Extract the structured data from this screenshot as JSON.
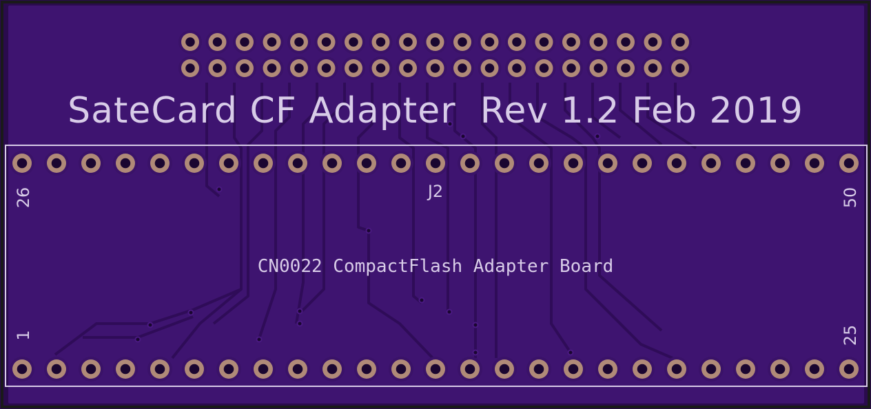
{
  "board": {
    "title": "SateCard CF Adapter  Rev 1.2 Feb 2019",
    "subtitle": "CN0022 CompactFlash Adapter Board",
    "connector_ref": "J2",
    "pin_labels": {
      "top_left": "26",
      "top_right": "50",
      "bottom_left": "1",
      "bottom_right": "25"
    }
  },
  "colors": {
    "substrate": "#2a0b4d",
    "copper_pour": "#3e1470",
    "trace": "#4a1a82",
    "pad": "#b08a78",
    "drill": "#1a0630",
    "silkscreen": "#d8cce8",
    "edge": "#1a1a1a"
  },
  "header": {
    "rows": 2,
    "pins_per_row": 19
  },
  "connector": {
    "rows": 2,
    "pins_per_row": 25
  }
}
